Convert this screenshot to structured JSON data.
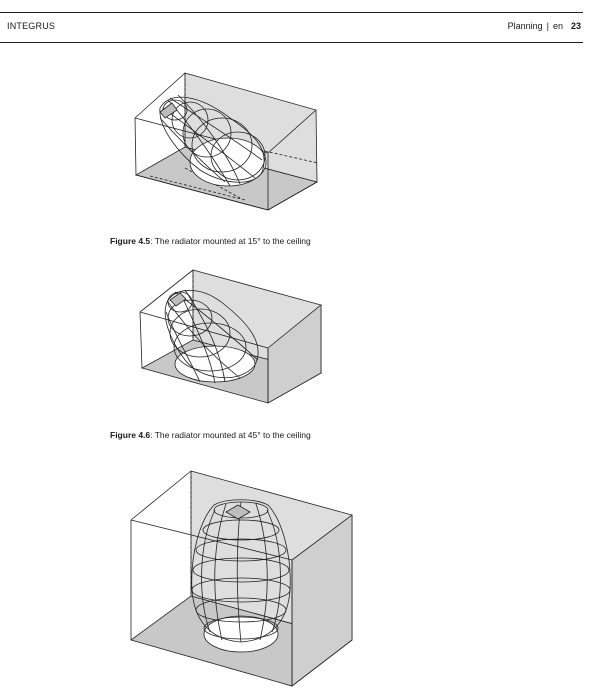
{
  "header": {
    "left": "INTEGRUS",
    "section": "Planning",
    "separator": "|",
    "language": "en",
    "page_number": "23"
  },
  "figures": [
    {
      "number": "Figure 4.5",
      "text": ": The radiator mounted at 15° to the ceiling"
    },
    {
      "number": "Figure 4.6",
      "text": ": The radiator mounted at 45° to the ceiling"
    }
  ],
  "colors": {
    "floor": "#c8c8c8",
    "wall": "#d9d9d9",
    "line": "#222222"
  }
}
